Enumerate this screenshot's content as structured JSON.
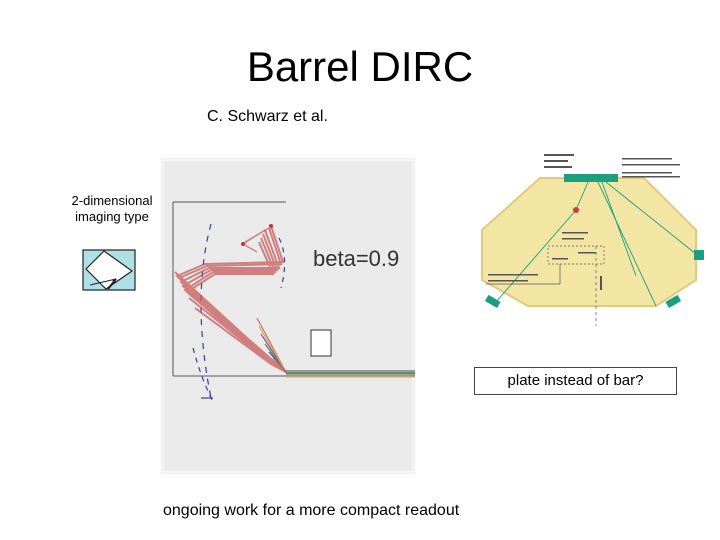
{
  "slide": {
    "title": "Barrel DIRC",
    "author": "C. Schwarz et al.",
    "imaging_label": "2-dimensional imaging type",
    "beta_label": "beta=0.9",
    "callout": "plate instead of bar?",
    "footer_note": "ongoing work for a more compact readout"
  },
  "colors": {
    "sim_background": "#eaeaea",
    "ray_red": "#c85a5a",
    "ray_blue": "#3a3aa8",
    "octagon_fill": "#f3e6a4",
    "octagon_edge": "#e3c97a",
    "teal": "#1aa07f",
    "icon_fill": "#aee0e6"
  }
}
